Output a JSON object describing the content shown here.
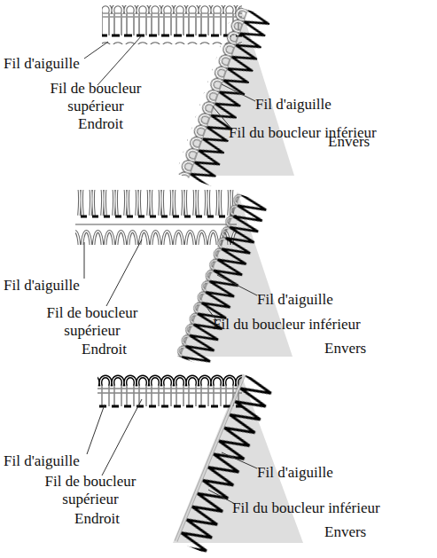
{
  "diagram": {
    "labels": [
      "Fil d'aiguille",
      "Fil de boucleur supérieur",
      "Endroit",
      "Fil d'aiguille",
      "Fil du boucleur inférieur",
      "Envers",
      "Fil d'aiguille",
      "Fil de boucleur supérieur",
      "Endroit",
      "Fil d'aiguille",
      "Fil du boucleur inférieur",
      "Envers",
      "Fil d'aiguille",
      "Fil de boucleur supérieur",
      "Endroit",
      "Fil d'aiguille",
      "Fil du boucleur inférieur",
      "Envers"
    ]
  }
}
